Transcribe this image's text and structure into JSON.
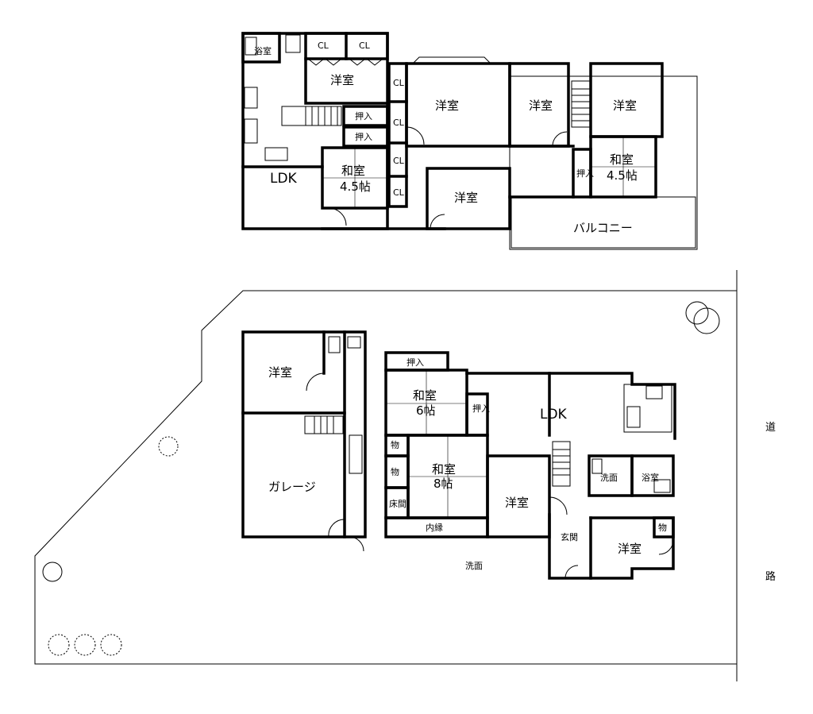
{
  "upper_floor": {
    "bath": "浴室",
    "cl_1": "CL",
    "cl_2": "CL",
    "western_room_nw": "洋室",
    "closet_oshiire_1": "押入",
    "closet_oshiire_2": "押入",
    "ldk": "LDK",
    "japanese_room_w": "和室",
    "japanese_room_w_size": "4.5帖",
    "cl_v": "CL",
    "western_room_center": "洋室",
    "western_room_mid": "洋室",
    "western_room_ne": "洋室",
    "closet_oshiire_e": "押入",
    "japanese_room_e": "和室",
    "japanese_room_e_size": "4.5帖",
    "western_room_south": "洋室",
    "balcony": "バルコニー"
  },
  "lower_floor": {
    "western_room_garage": "洋室",
    "garage": "ガレージ",
    "closet_oshiire": "押入",
    "japanese_room_6": "和室",
    "japanese_room_6_size": "6帖",
    "closet_oshiire_v": "押入",
    "storage_1": "物",
    "storage_2": "物",
    "japanese_room_8": "和室",
    "japanese_room_8_size": "8帖",
    "tokonoma": "床間",
    "inner_veranda": "内縁",
    "ldk": "LDK",
    "western_room_south": "洋室",
    "washroom": "洗面",
    "bath": "浴室",
    "entrance": "玄関",
    "western_room_se": "洋室",
    "storage_3": "物",
    "washroom_outside": "洗面"
  },
  "road": {
    "char_1": "道",
    "char_2": "路"
  }
}
